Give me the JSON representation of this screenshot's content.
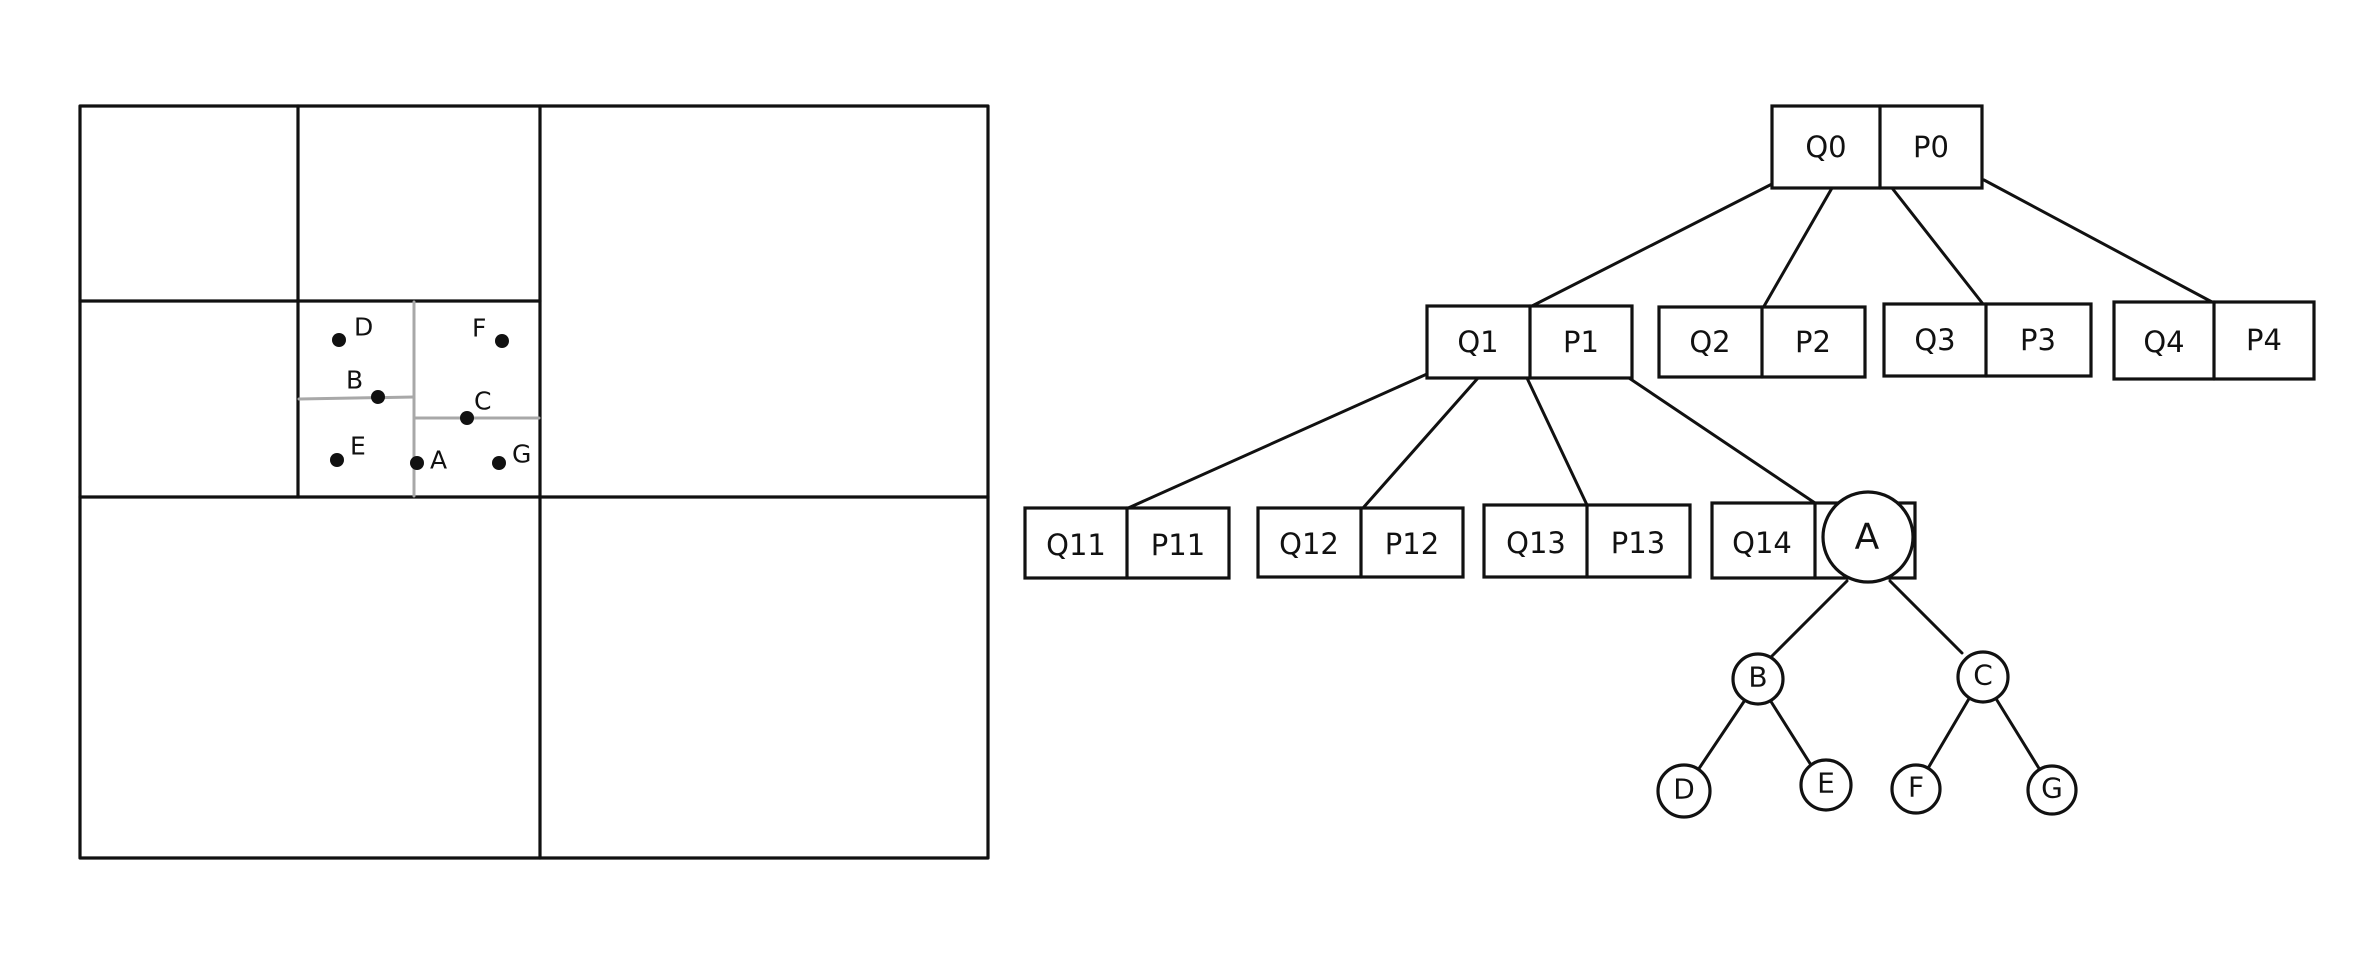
{
  "grid": {
    "points": [
      {
        "label": "D"
      },
      {
        "label": "F"
      },
      {
        "label": "B"
      },
      {
        "label": "C"
      },
      {
        "label": "E"
      },
      {
        "label": "A"
      },
      {
        "label": "G"
      }
    ]
  },
  "tree": {
    "root": {
      "q": "Q0",
      "p": "P0"
    },
    "level1": [
      {
        "q": "Q1",
        "p": "P1"
      },
      {
        "q": "Q2",
        "p": "P2"
      },
      {
        "q": "Q3",
        "p": "P3"
      },
      {
        "q": "Q4",
        "p": "P4"
      }
    ],
    "level2": [
      {
        "q": "Q11",
        "p": "P11"
      },
      {
        "q": "Q12",
        "p": "P12"
      },
      {
        "q": "Q13",
        "p": "P13"
      },
      {
        "q": "Q14",
        "p": "A"
      }
    ],
    "kd_nodes": [
      {
        "label": "B"
      },
      {
        "label": "C"
      },
      {
        "label": "D"
      },
      {
        "label": "E"
      },
      {
        "label": "F"
      },
      {
        "label": "G"
      }
    ]
  }
}
